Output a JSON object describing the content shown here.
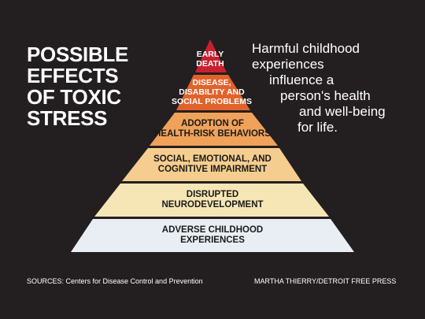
{
  "title": {
    "lines": [
      "POSSIBLE",
      "EFFECTS",
      "OF TOXIC",
      "STRESS"
    ]
  },
  "tagline": {
    "lines": [
      "Harmful childhood",
      "experiences",
      "influence a",
      "person's health",
      "and well-being",
      "for life."
    ]
  },
  "tiers": [
    {
      "label": "EARLY\nDEATH",
      "color": "#c8202f"
    },
    {
      "label": "DISEASE,\nDISABILITY AND\nSOCIAL PROBLEMS",
      "color": "#e0632c"
    },
    {
      "label": "ADOPTION OF\nHEALTH-RISK BEHAVIORS",
      "color": "#f0a25a"
    },
    {
      "label": "SOCIAL, EMOTIONAL, AND\nCOGNITIVE IMPAIRMENT",
      "color": "#f5cd8e"
    },
    {
      "label": "DISRUPTED\nNEURODEVELOPMENT",
      "color": "#f7e6b5"
    },
    {
      "label": "ADVERSE CHILDHOOD\nEXPERIENCES",
      "color": "#e9eef4"
    }
  ],
  "footer": {
    "sources": "SOURCES: Centers for Disease Control and Prevention",
    "credit": "MARTHA THIERRY/DETROIT FREE PRESS"
  }
}
